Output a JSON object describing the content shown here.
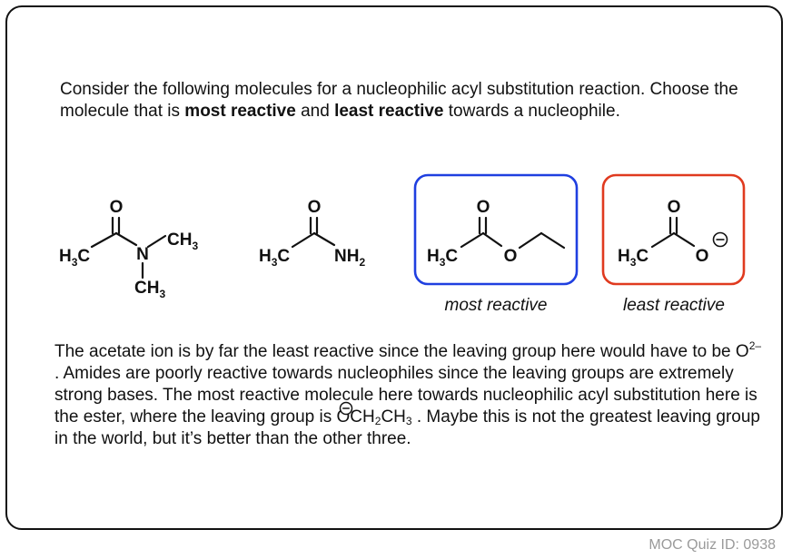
{
  "question": {
    "p1": "Consider the following molecules for a nucleophilic acyl substitution reaction. Choose the molecule that is ",
    "b1": "most reactive",
    "p2": " and ",
    "b2": "least reactive",
    "p3": " towards a nucleophile."
  },
  "molecules": {
    "m1": {
      "o": "O",
      "h3c": "H",
      "h3c_sub": "3",
      "h3c_c": "C",
      "n": "N",
      "ch3_top": "CH",
      "ch3_top_sub": "3",
      "ch3_bot": "CH",
      "ch3_bot_sub": "3"
    },
    "m2": {
      "o": "O",
      "h3c": "H",
      "h3c_sub": "3",
      "h3c_c": "C",
      "nh": "NH",
      "nh_sub": "2"
    },
    "m3": {
      "o": "O",
      "h3c": "H",
      "h3c_sub": "3",
      "h3c_c": "C",
      "o2": "O",
      "label": "most reactive",
      "box_color": "#1f3fe0"
    },
    "m4": {
      "o": "O",
      "h3c": "H",
      "h3c_sub": "3",
      "h3c_c": "C",
      "o2": "O",
      "label": "least reactive",
      "box_color": "#e03a1f"
    }
  },
  "answer": {
    "s1": "The acetate ion is by far the least reactive since the leaving group here would have to be O",
    "s1_sup": "2–",
    "s2": " . Amides are poorly reactive towards nucleophiles since the leaving groups are extremely strong bases. The most reactive molecule here towards nucleophilic acyl substitution here is the ester, where the leaving group is ",
    "lg1": "OCH",
    "lg1_sub": "2",
    "lg2": "CH",
    "lg2_sub": "3",
    "s3": " . Maybe this is not the greatest leaving group in the world, but it’s better than the other three."
  },
  "footer": {
    "quiz_id": "MOC Quiz ID: 0938"
  }
}
